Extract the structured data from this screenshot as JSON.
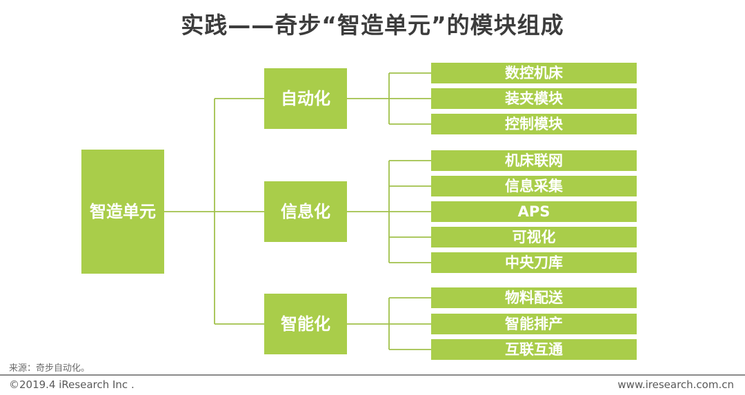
{
  "title": "实践——奇步“智造单元”的模块组成",
  "colors": {
    "node_green": "#a9cd4a",
    "connector": "#a0c14a",
    "title_text": "#3c3c3c"
  },
  "tree": {
    "root": {
      "label": "智造单元"
    },
    "groups": [
      {
        "branch": "自动化",
        "leaves": [
          "数控机床",
          "装夹模块",
          "控制模块"
        ]
      },
      {
        "branch": "信息化",
        "leaves": [
          "机床联网",
          "信息采集",
          "APS",
          "可视化",
          "中央刀库"
        ]
      },
      {
        "branch": "智能化",
        "leaves": [
          "物料配送",
          "智能排产",
          "互联互通"
        ]
      }
    ]
  },
  "footer": {
    "source": "来源：奇步自动化。",
    "copyright": "©2019.4 iResearch Inc .",
    "website": "www.iresearch.com.cn"
  }
}
